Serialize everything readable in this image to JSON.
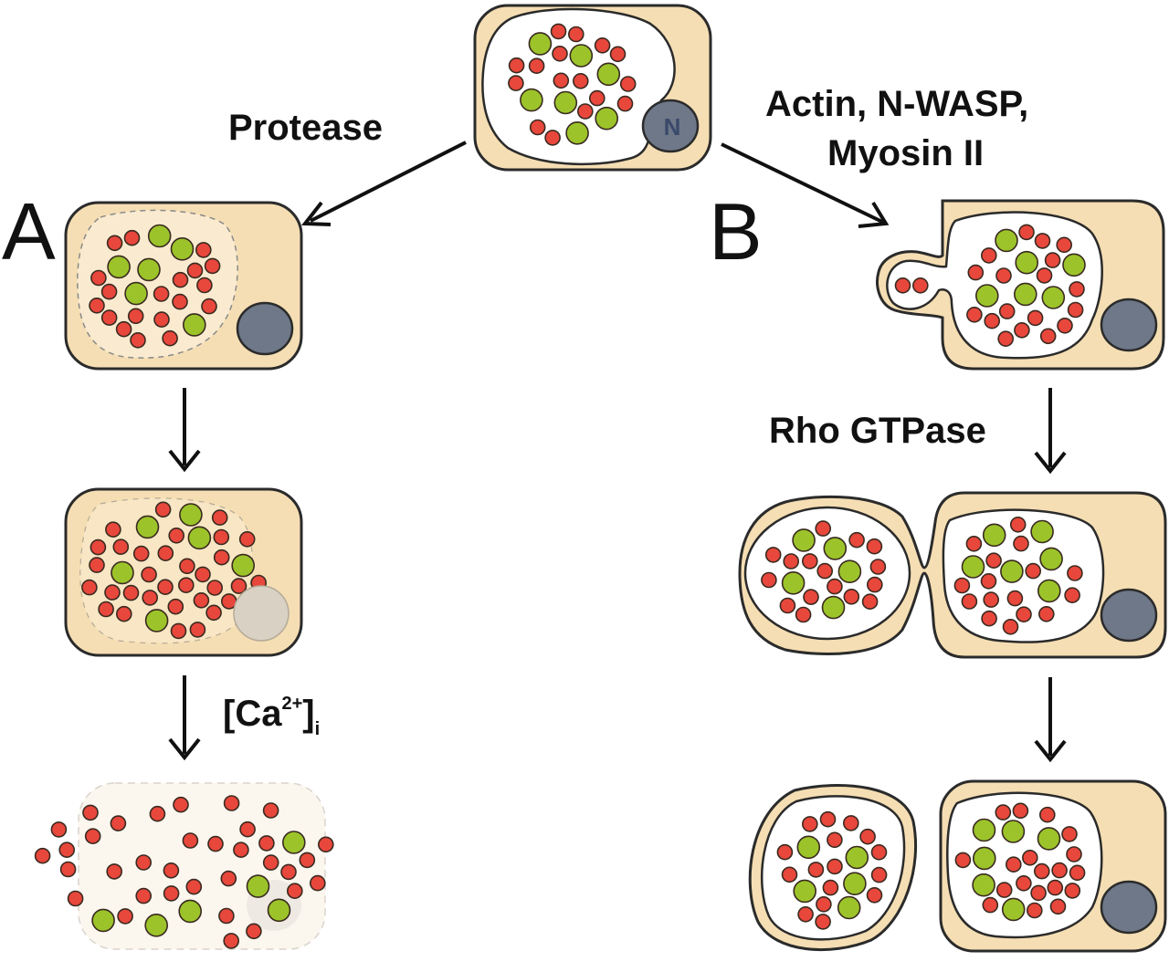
{
  "panels": {
    "a_letter": "A",
    "b_letter": "B"
  },
  "labels": {
    "protease": "Protease",
    "actin_line1": "Actin, N-WASP,",
    "actin_line2": "Myosin II",
    "rho": "Rho GTPase",
    "ca_base": "[Ca",
    "ca_sup": "2+",
    "ca_close": "]",
    "ca_sub": "i"
  },
  "nucleus_label": "N",
  "colors": {
    "cytoplasm": "#f5deb3",
    "outline": "#2b2b2b",
    "vacuole": "#ffffff",
    "red_granule": "#e8473c",
    "green_granule": "#9cc42a",
    "nucleus": "#6e7888",
    "faded_nucleus": "#d9d1c4"
  }
}
